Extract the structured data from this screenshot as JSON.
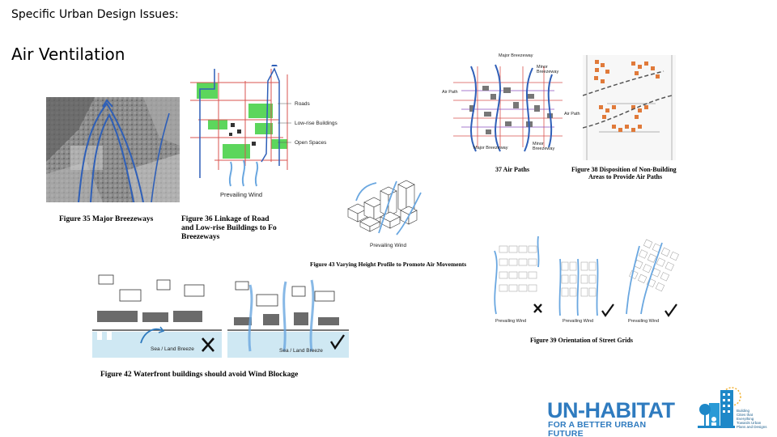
{
  "slide": {
    "header": "Specific Urban Design Issues:",
    "title": "Air Ventilation"
  },
  "figures": {
    "fig35": {
      "caption": "Figure 35    Major Breezeways"
    },
    "fig36": {
      "caption_line1": "Figure 36    Linkage of Road",
      "caption_line2": "and Low-rise Buildings to Fo",
      "caption_line3": "Breezeways",
      "legend_roads": "Roads",
      "legend_lowrise": "Low-rise Buildings",
      "legend_open": "Open Spaces",
      "wind_label": "Prevailing Wind"
    },
    "fig37": {
      "caption": "37    Air Paths",
      "label_major_top": "Major Breezeway",
      "label_minor_top": "Minor Breezeway",
      "label_air_path_left": "Air Path",
      "label_air_path_right": "Air Path",
      "label_major_bottom": "Major Breezeway",
      "label_minor_bottom": "Minor Breezeway"
    },
    "fig38": {
      "caption_line1": "Figure 38    Disposition of Non-Building",
      "caption_line2": "Areas to Provide Air Paths"
    },
    "fig43": {
      "caption": "Figure 43    Varying Height Profile to Promote Air Movements",
      "wind_label": "Prevailing Wind"
    },
    "fig39": {
      "caption": "Figure 39    Orientation of Street Grids",
      "wind_label_1": "Prevailing Wind",
      "wind_label_2": "Prevailing Wind",
      "wind_label_3": "Prevailing Wind"
    },
    "fig42": {
      "caption": "Figure 42    Waterfront buildings should avoid Wind Blockage",
      "label_left": "Sea / Land Breeze",
      "label_right": "Sea / Land Breeze"
    }
  },
  "logo": {
    "brand": "UN-HABITAT",
    "tagline": "FOR A BETTER URBAN FUTURE",
    "side_text": "Building\nCities that\nEverything\nTowards Urban\nPlans and Designs"
  },
  "colors": {
    "accent_blue": "#2f7bbf",
    "green_open_space": "#5cd65c",
    "road_red": "#d9534f",
    "water_blue": "#cfe8f3",
    "building_orange": "#e07a3a"
  }
}
